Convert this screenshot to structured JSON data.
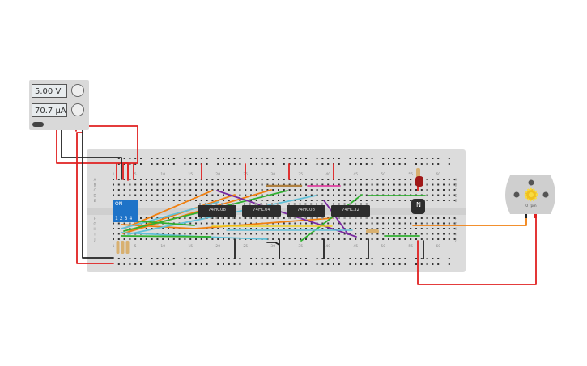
{
  "power_supply": {
    "voltage": "5.00 V",
    "current": "70.7 µA"
  },
  "breadboard": {
    "row_letters_top": [
      "A",
      "B",
      "C",
      "D",
      "E"
    ],
    "row_letters_bottom": [
      "F",
      "G",
      "H",
      "I",
      "J"
    ],
    "column_labels": [
      "1",
      "5",
      "10",
      "15",
      "20",
      "25",
      "30",
      "35",
      "40",
      "45",
      "50",
      "55",
      "60"
    ]
  },
  "dip_switch": {
    "label": "ON",
    "positions": [
      "1",
      "2",
      "3",
      "4"
    ]
  },
  "chips": [
    {
      "label": "74HC08"
    },
    {
      "label": "74HC04"
    },
    {
      "label": "74HC08"
    },
    {
      "label": "74HC32"
    }
  ],
  "transistor": {
    "label": "N"
  },
  "motor": {
    "speed": "0 rpm"
  },
  "colors": {
    "red": "#e02020",
    "black": "#222222",
    "orange": "#f08010",
    "green": "#30b030",
    "cyan": "#60c0d8",
    "purple": "#7a2aa0",
    "yellow": "#f0d020",
    "pink": "#e040a0",
    "breadboard": "#dcdcdc",
    "dip": "#1e73c8"
  }
}
